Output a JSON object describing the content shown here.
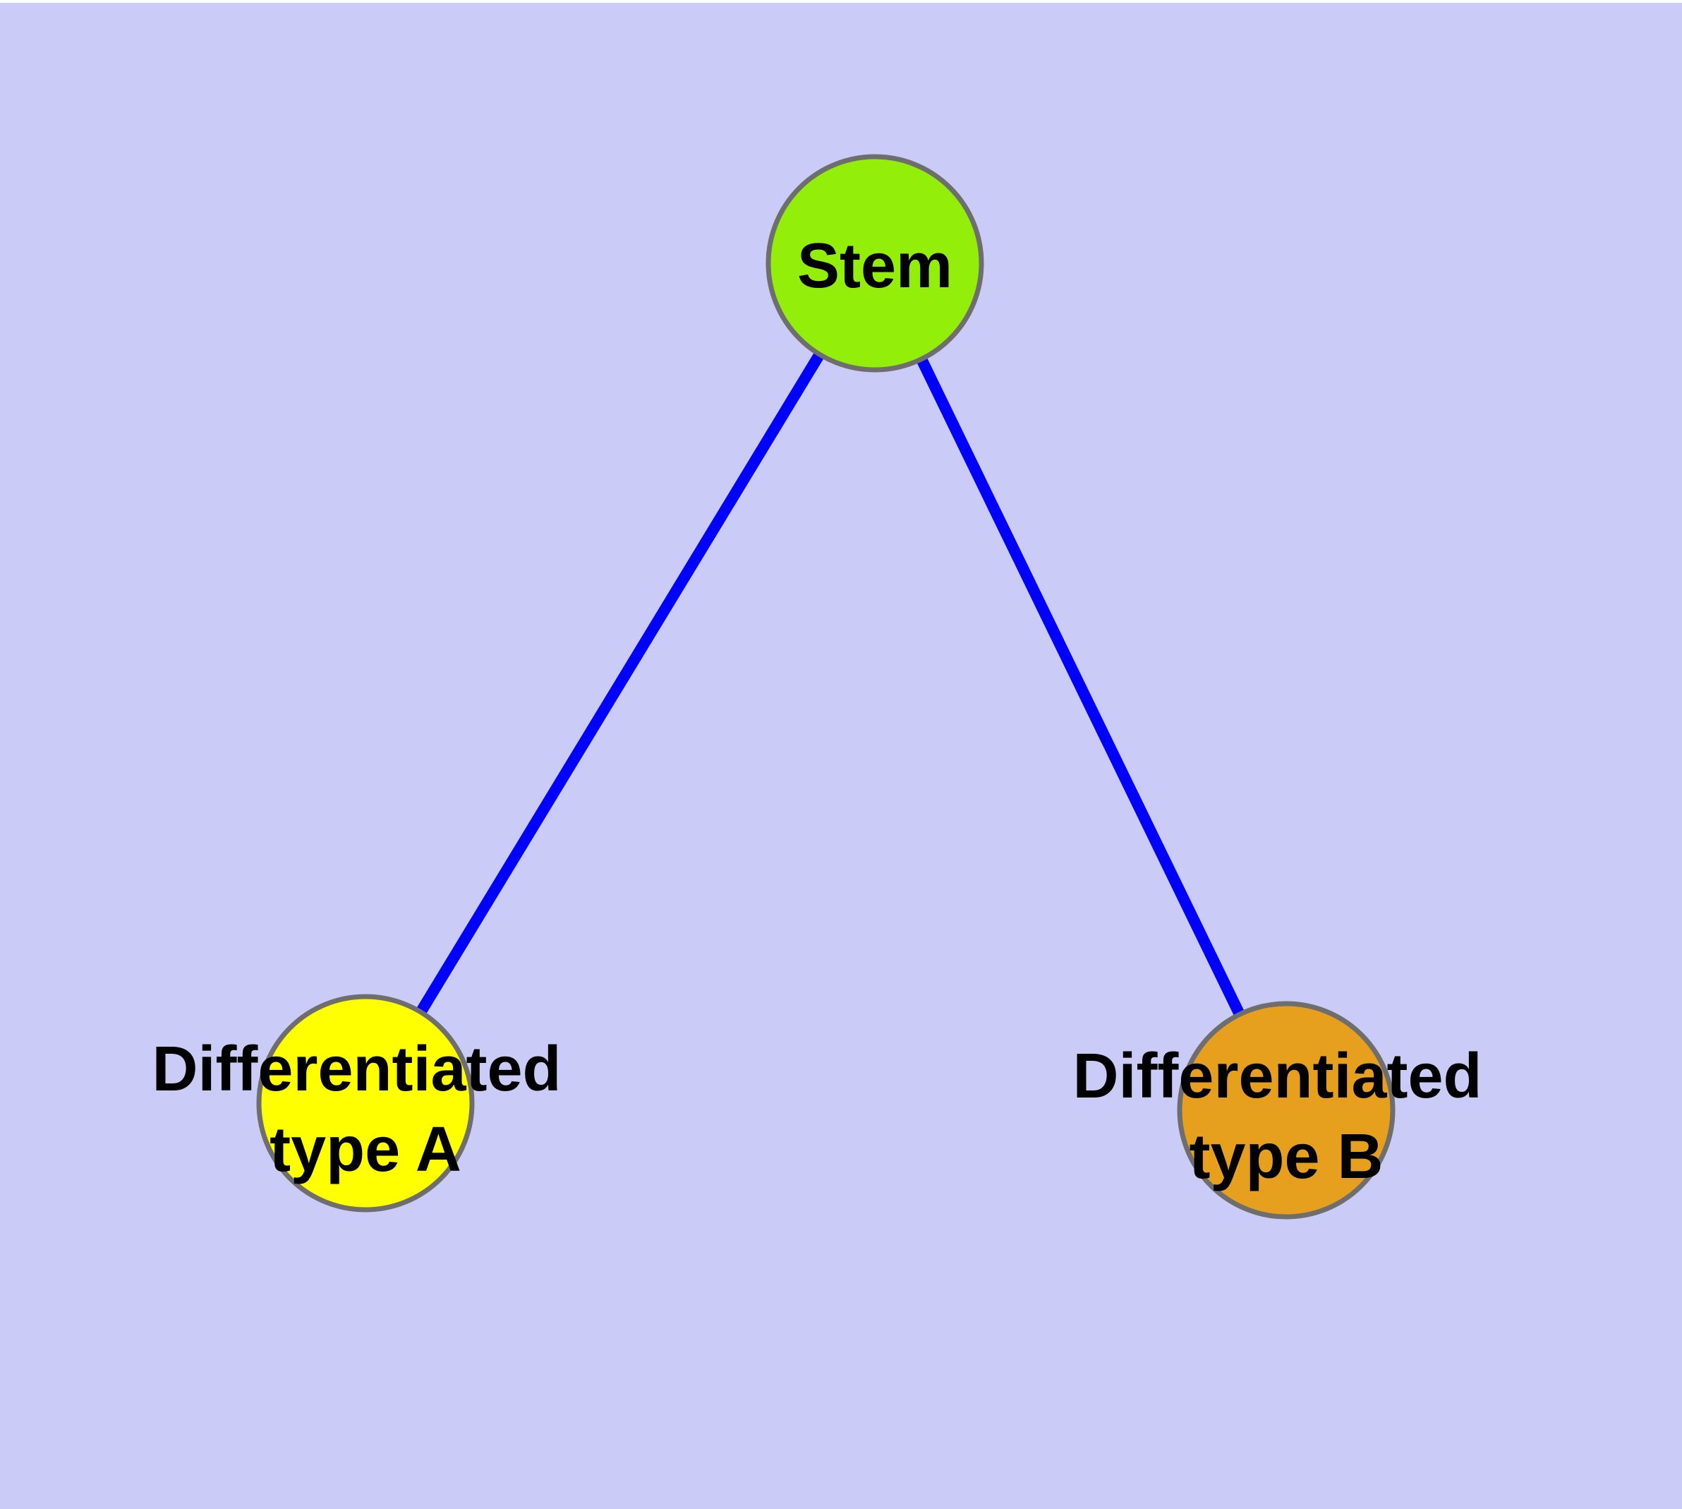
{
  "canvas": {
    "background": "#CBCBF7",
    "top_strip": "#FFFFFF"
  },
  "style": {
    "node_border": "#6E6E6E",
    "label_color": "#000000"
  },
  "edges": {
    "color": "#0000FF",
    "items": [
      {
        "from": "stem",
        "to": "type_a"
      },
      {
        "from": "stem",
        "to": "type_b"
      }
    ]
  },
  "nodes": {
    "stem": {
      "label": "Stem",
      "color": "#93EE0A"
    },
    "type_a": {
      "line1": "Differentiated",
      "line2": "type A",
      "color": "#FFFF00"
    },
    "type_b": {
      "line1": "Differentiated",
      "line2": "type B",
      "color": "#E6A01E"
    }
  }
}
